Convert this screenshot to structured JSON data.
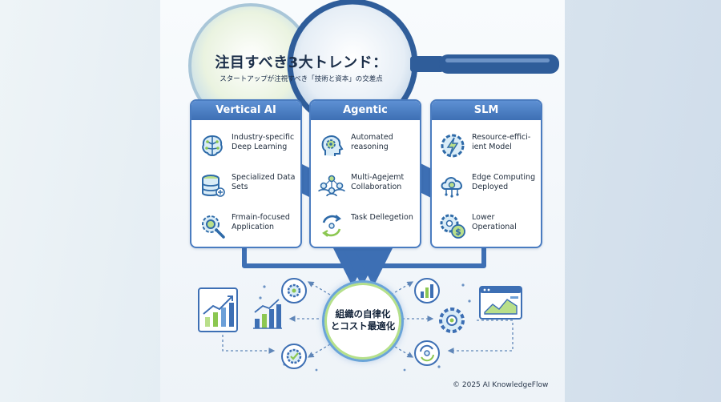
{
  "title": "注目すべき3大トレンド：",
  "subtitle": "スタートアップが注視すべき「技術と資本」の交差点",
  "columns": [
    {
      "title": "Vertical AI",
      "items": [
        {
          "text": "Industry-specific Deep Learning",
          "icon": "brain-circuit-icon"
        },
        {
          "text": "Specialized Data Sets",
          "icon": "database-icon"
        },
        {
          "text": "Frmain-focused Application",
          "icon": "gear-search-icon"
        }
      ]
    },
    {
      "title": "Agentic Workflows",
      "items": [
        {
          "text": "Automated reasoning",
          "icon": "head-gear-icon"
        },
        {
          "text": "Multi-Agejemt Collaboration",
          "icon": "team-icon"
        },
        {
          "text": "Task Dellegetion",
          "icon": "cycle-arrows-icon"
        }
      ]
    },
    {
      "title": "SLM",
      "items": [
        {
          "text": "Resource-effici-ient Model",
          "icon": "lightning-gear-icon"
        },
        {
          "text": "Edge Computing Deployed",
          "icon": "cloud-gear-icon"
        },
        {
          "text": "Lower Operational",
          "icon": "gear-dollar-icon"
        }
      ]
    }
  ],
  "hub": {
    "line1": "組織の自律化",
    "line2": "とコスト最適化"
  },
  "copyright": "© 2025 AI KnowledgeFlow",
  "colors": {
    "primary": "#3d6fb4",
    "accent_green": "#9acd5a",
    "card_border": "#4a7cc0"
  }
}
